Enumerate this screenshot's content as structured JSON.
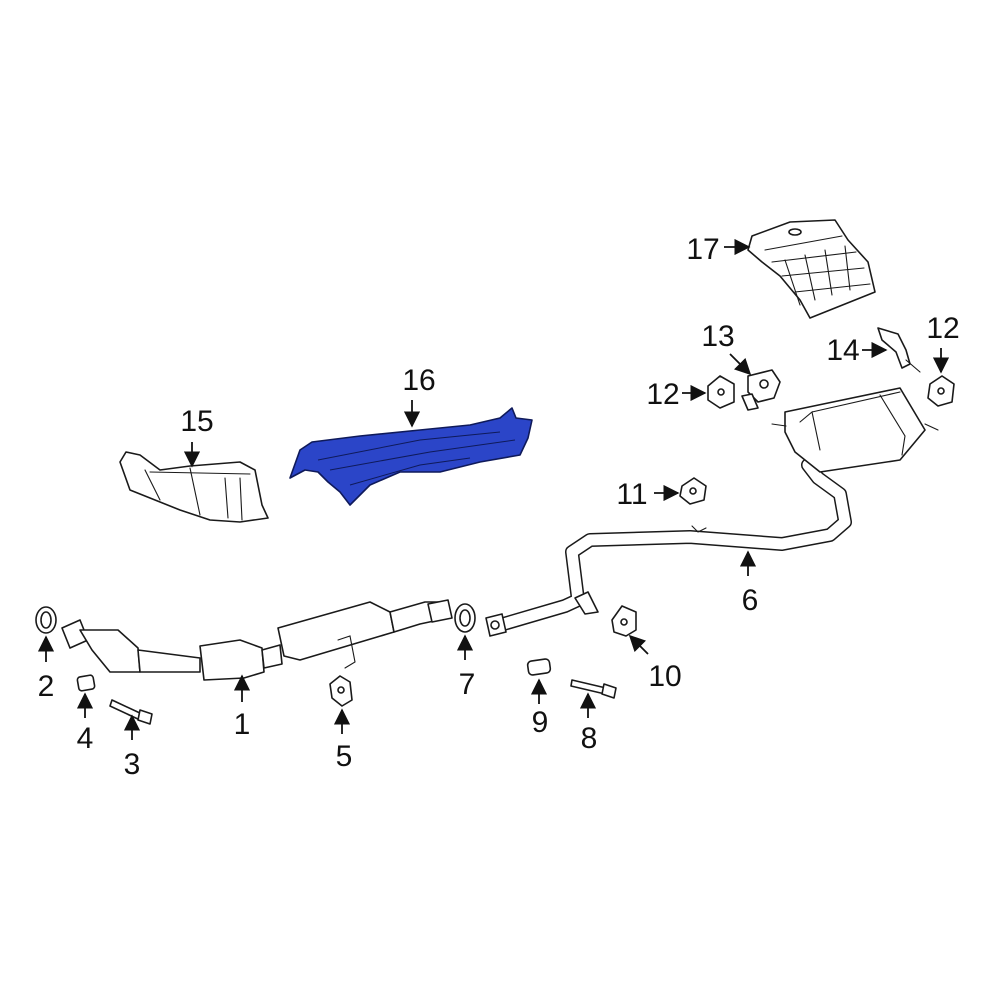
{
  "diagram": {
    "highlight_color": "#2b45c8",
    "highlighted_part": "16",
    "labels": [
      "1",
      "2",
      "3",
      "4",
      "5",
      "6",
      "7",
      "8",
      "9",
      "10",
      "11",
      "12",
      "12",
      "13",
      "14",
      "15",
      "16",
      "17"
    ]
  }
}
